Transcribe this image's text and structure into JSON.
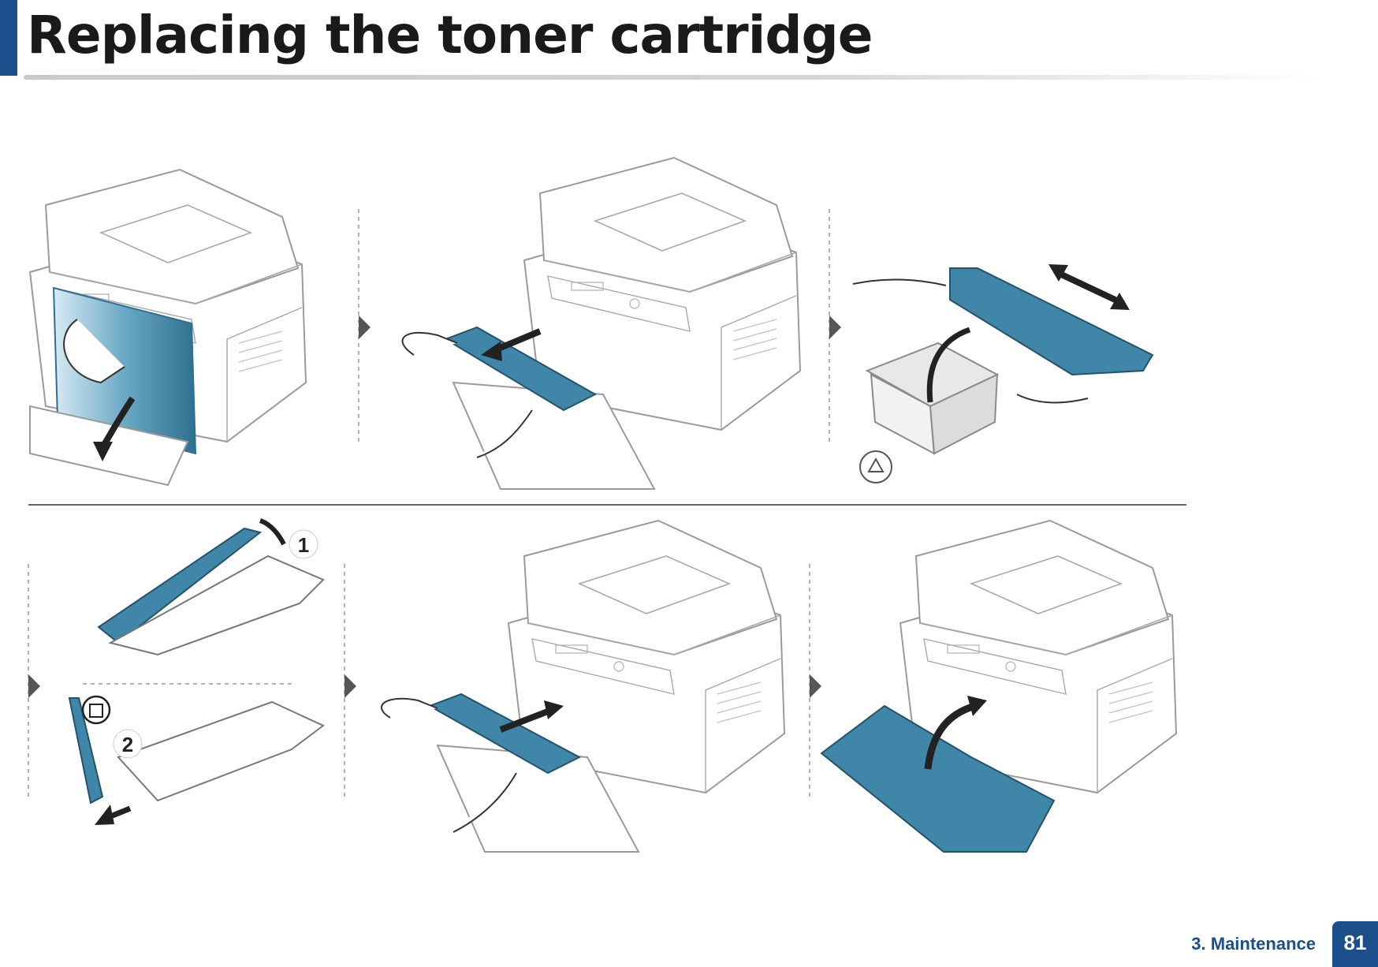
{
  "header": {
    "title": "Replacing the toner cartridge"
  },
  "illustration": {
    "step_callouts": [
      "1",
      "2"
    ]
  },
  "footer": {
    "chapter": "3. Maintenance",
    "page_number": "81"
  },
  "colors": {
    "accent": "#1b4f8c",
    "cartridge_blue": "#3f86a8",
    "outline": "#8a8a8a"
  },
  "icons": [
    "recycle-icon",
    "trash-icon",
    "arrow-icon",
    "step-chevron-icon"
  ]
}
